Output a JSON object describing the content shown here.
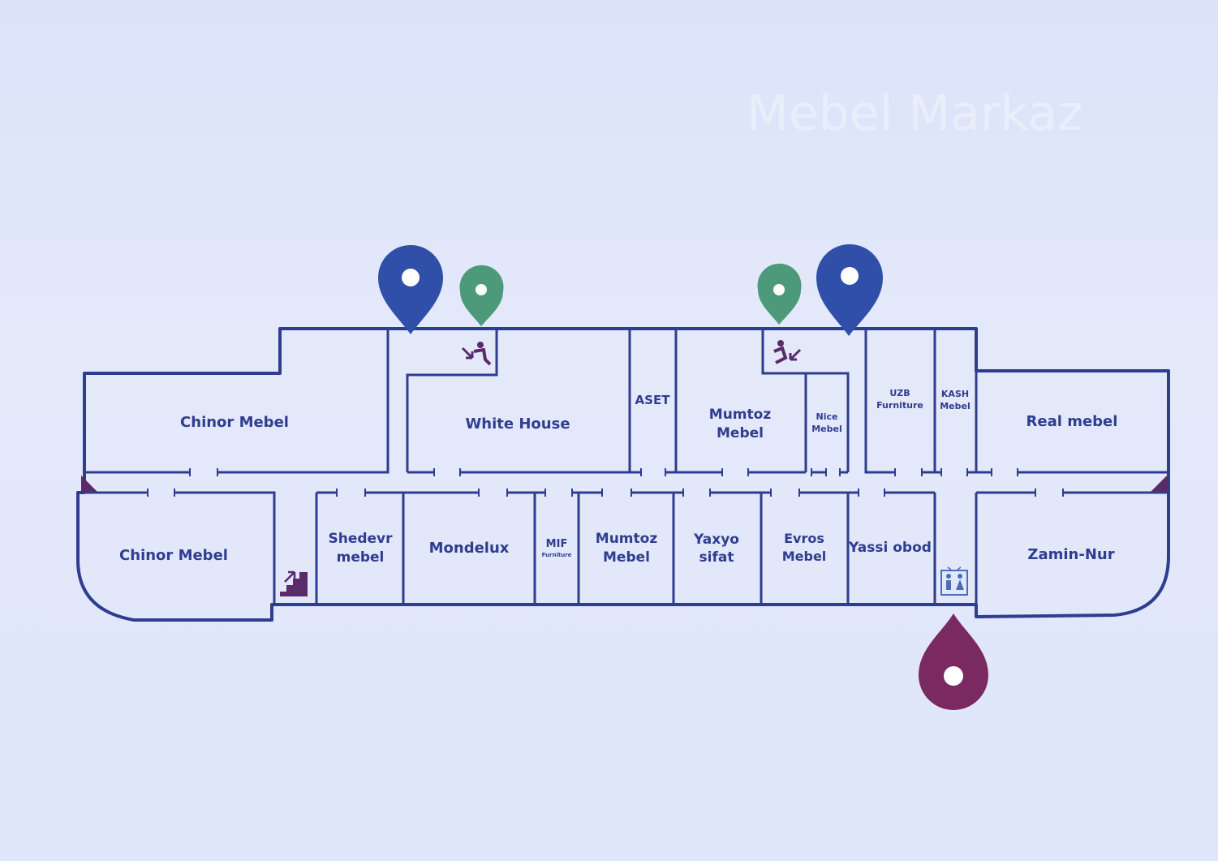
{
  "watermark": "Mebel Markaz",
  "colors": {
    "background": "#dfe6fa",
    "wall": "#2e3d8f",
    "text": "#2e3d8f",
    "marker_blue": "#2f4fa8",
    "marker_green": "#4c9a7a",
    "marker_purple": "#7a2a60",
    "icon_purple": "#5a2a6a"
  },
  "stores": {
    "chinor_top": "Chinor Mebel",
    "white_house": "White House",
    "aset": "ASET",
    "mumtoz_top_1": "Mumtoz",
    "mumtoz_top_2": "Mebel",
    "nice_1": "Nice",
    "nice_2": "Mebel",
    "uzb_1": "UZB",
    "uzb_2": "Furniture",
    "kash_1": "KASH",
    "kash_2": "Mebel",
    "real_mebel": "Real mebel",
    "chinor_bottom": "Chinor Mebel",
    "shedevr_1": "Shedevr",
    "shedevr_2": "mebel",
    "mondelux": "Mondelux",
    "mif_1": "MIF",
    "mif_2": "Furniture",
    "mumtoz_bottom_1": "Mumtoz",
    "mumtoz_bottom_2": "Mebel",
    "yaxyo_1": "Yaxyo",
    "yaxyo_2": "sifat",
    "evros_1": "Evros",
    "evros_2": "Mebel",
    "yassi_obod": "Yassi obod",
    "zamin_nur": "Zamin-Nur"
  },
  "icons": {
    "entrance_marker": "map-pin-icon",
    "escalator": "escalator-icon",
    "stairs": "stairs-icon",
    "restroom": "restroom-icon",
    "exit_marker": "exit-pin-icon"
  }
}
